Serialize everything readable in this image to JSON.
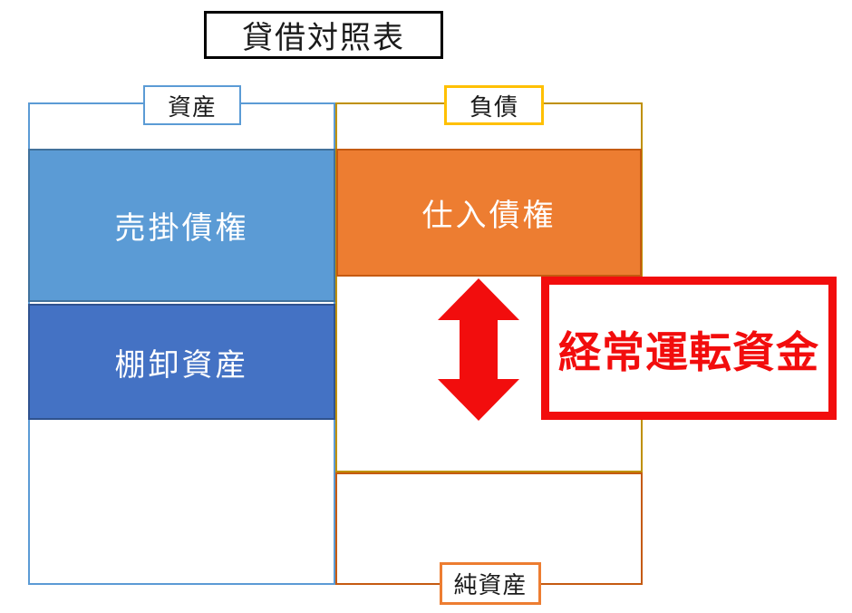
{
  "title": "貸借対照表",
  "balance_sheet": {
    "assets_label": "資産",
    "liabilities_label": "負債",
    "net_assets_label": "純資産",
    "receivables_label": "売掛債権",
    "inventory_label": "棚卸資産",
    "payables_label": "仕入債権",
    "working_capital_label": "経常運転資金"
  },
  "icons": {
    "arrow": "double-headed-vertical-arrow"
  },
  "colors": {
    "title_border": "#000000",
    "assets_column_border": "#5B9BD5",
    "liabilities_column_border": "#BF9000",
    "net_assets_column_border": "#C55A11",
    "assets_tag_border": "#5B9BD5",
    "liabilities_tag_border": "#FFC000",
    "net_assets_tag_border": "#ED7D31",
    "receivables_fill": "#5B9BD5",
    "receivables_border": "#41719C",
    "inventory_fill": "#4472C4",
    "inventory_border": "#2F528F",
    "payables_fill": "#ED7D31",
    "payables_border": "#C55A11",
    "highlight_red": "#F20D0D",
    "block_text": "#FFFFFF",
    "label_text": "#1a1a1a"
  }
}
